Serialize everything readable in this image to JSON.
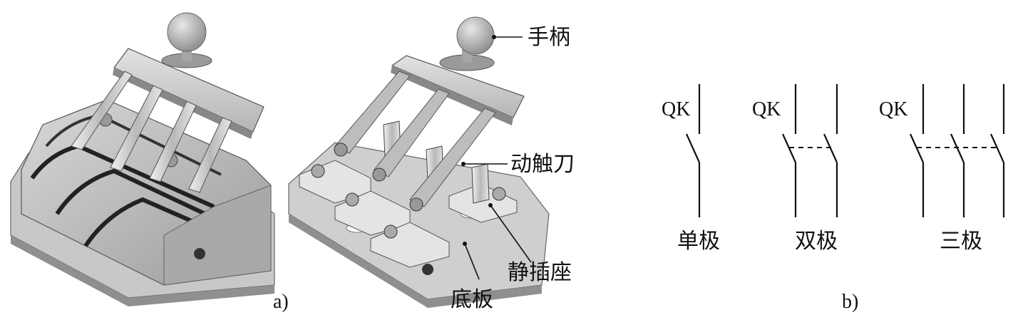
{
  "panel_a": {
    "caption": "a)",
    "labels": {
      "handle": "手柄",
      "blade": "动触刀",
      "socket": "静插座",
      "base": "底板"
    }
  },
  "panel_b": {
    "caption": "b)",
    "symbols": [
      {
        "designator": "QK",
        "poles": 1,
        "label": "单极"
      },
      {
        "designator": "QK",
        "poles": 2,
        "label": "双极"
      },
      {
        "designator": "QK",
        "poles": 3,
        "label": "三极"
      }
    ]
  }
}
